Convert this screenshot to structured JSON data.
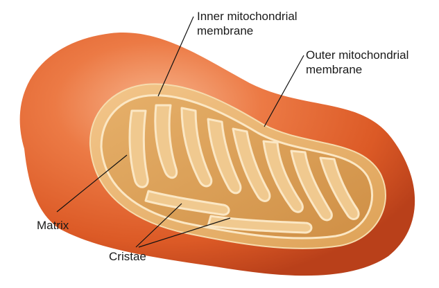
{
  "labels": {
    "inner_membrane": [
      "Inner mitochondrial",
      "membrane"
    ],
    "outer_membrane": [
      "Outer mitochondrial",
      "membrane"
    ],
    "matrix": "Matrix",
    "cristae": "Cristae"
  },
  "colors": {
    "outer_membrane_dark": "#c8471c",
    "outer_membrane_mid": "#e5642c",
    "outer_membrane_light": "#f2a27a",
    "intermembrane_space": "#e8b26a",
    "matrix_fill": "#e0a85c",
    "cristae_fill": "#f0c98f",
    "membrane_line": "#fbe7c4",
    "leader_line": "#111111"
  }
}
